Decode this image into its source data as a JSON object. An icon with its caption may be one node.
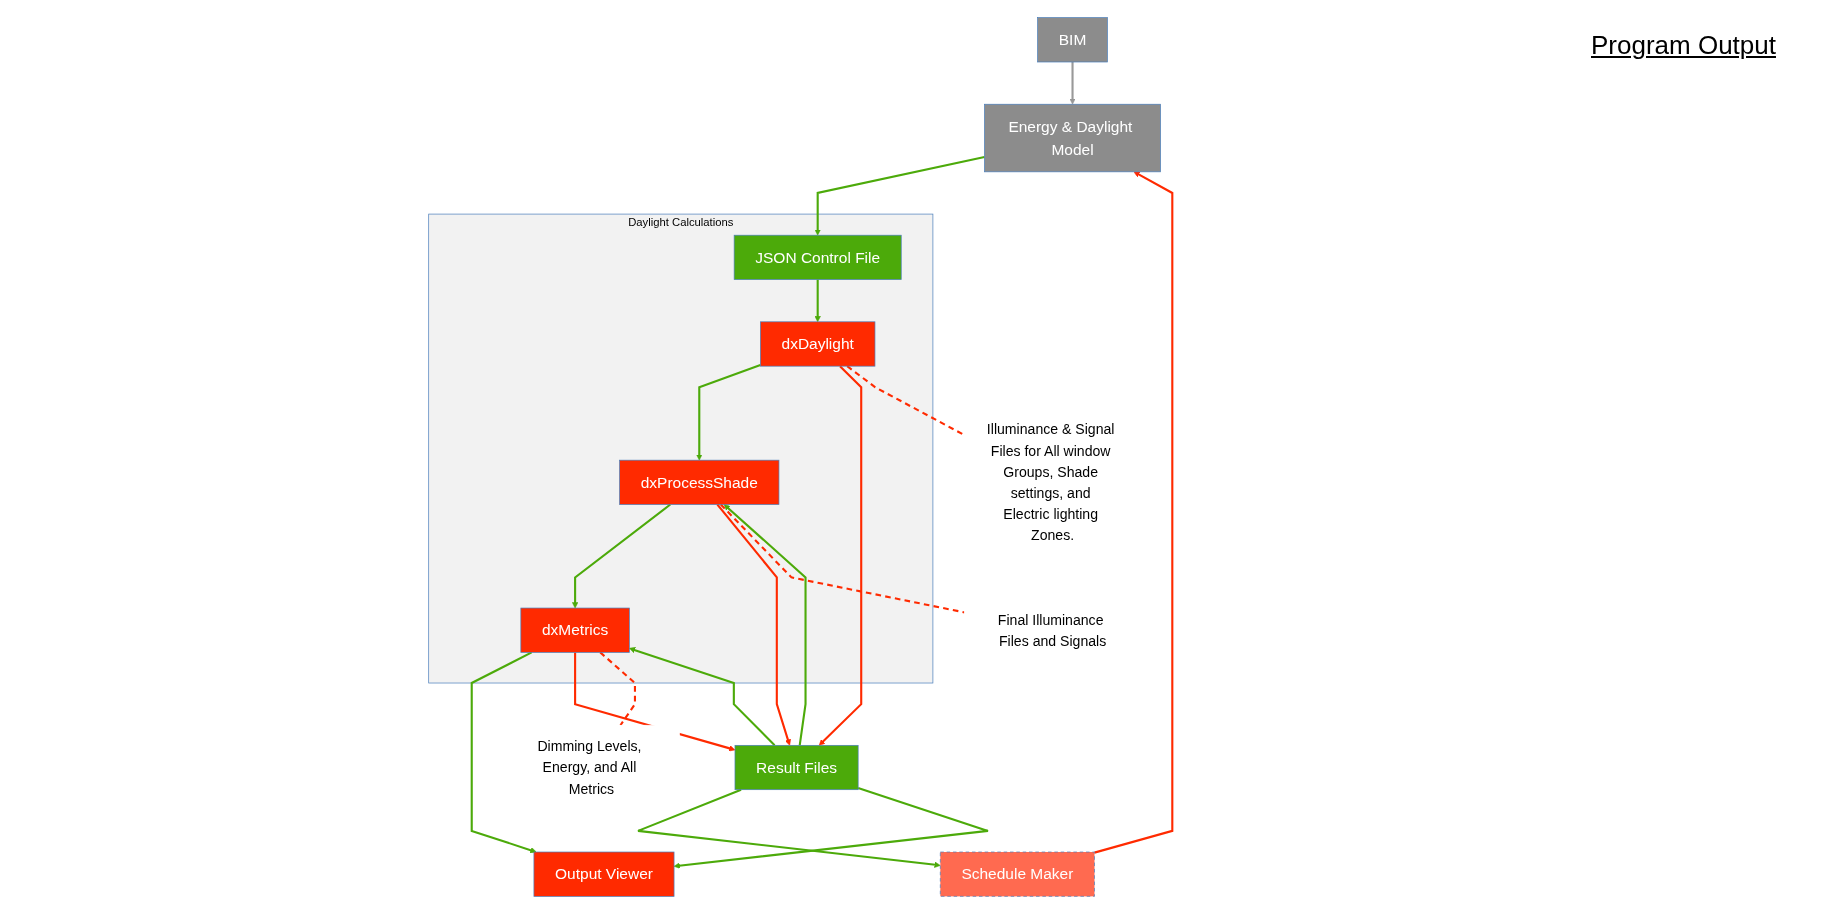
{
  "diagram": {
    "nodes": [
      {
        "text": [
          "BIM"
        ]
      },
      {
        "text": [
          "Energy & Daylight Model"
        ]
      },
      {
        "text": [
          "Daylight Calculations"
        ]
      },
      {
        "text": [
          "JSON Control File"
        ],
        "in": 2
      },
      {
        "text": [
          "dxDaylight"
        ],
        "in": 2
      },
      {
        "text": [
          "dxProcessShade"
        ],
        "in": 2
      },
      {
        "text": [
          "dxMetrics"
        ],
        "in": 2
      },
      {
        "text": [
          "Schedule Maker"
        ]
      },
      {
        "text": [
          "Result Files"
        ]
      },
      {
        "text": [
          "Output Viewer"
        ]
      },
      {
        "text": [
          "Illuminance & Signal Files for All window Groups, Shade settings, and Electric lighting Zones."
        ]
      },
      {
        "text": [
          "Final Illuminance Files and Signals"
        ]
      },
      {
        "text": [
          "Dimming Levels, Energy, and All Metrics"
        ]
      }
    ],
    "edges": [
      {
        "from": 0,
        "to": 1,
        "arrow": "to",
        "color": "#999999"
      },
      {
        "from": 1,
        "to": 3,
        "arrow": "to"
      },
      {
        "from": 3,
        "to": 4,
        "arrow": "to"
      },
      {
        "from": 4,
        "to": 5,
        "arrow": "to"
      },
      {
        "from": 5,
        "to": 6,
        "arrow": "to"
      },
      {
        "from": 6,
        "to": 9,
        "arrow": "to"
      },
      {
        "from": 4,
        "to": 8,
        "arrow": "to",
        "color": "#ff2a00"
      },
      {
        "from": 8,
        "to": 5,
        "arrow": "to"
      },
      {
        "from": 5,
        "to": 8,
        "arrow": "to",
        "color": "#ff2a00"
      },
      {
        "from": 8,
        "to": 6,
        "arrow": "to"
      },
      {
        "from": 6,
        "to": 8,
        "arrow": "to",
        "color": "#ff2a00"
      },
      {
        "from": 8,
        "to": 7,
        "arrow": "to"
      },
      {
        "from": 7,
        "to": 1,
        "arrow": "to",
        "color": "#ff2a00"
      },
      {
        "from": 8,
        "to": 9,
        "arrow": "to"
      },
      {
        "from": 4,
        "to": 10,
        "arrow": "none",
        "style": "dashed",
        "color": "#ff2a00"
      },
      {
        "from": 5,
        "to": 11,
        "arrow": "none",
        "style": "dashed",
        "color": "#ff2a00"
      },
      {
        "from": 6,
        "to": 12,
        "arrow": "none",
        "style": "dashed",
        "color": "#ff2a00"
      }
    ],
    "labels": [
      "Program Output"
    ]
  }
}
